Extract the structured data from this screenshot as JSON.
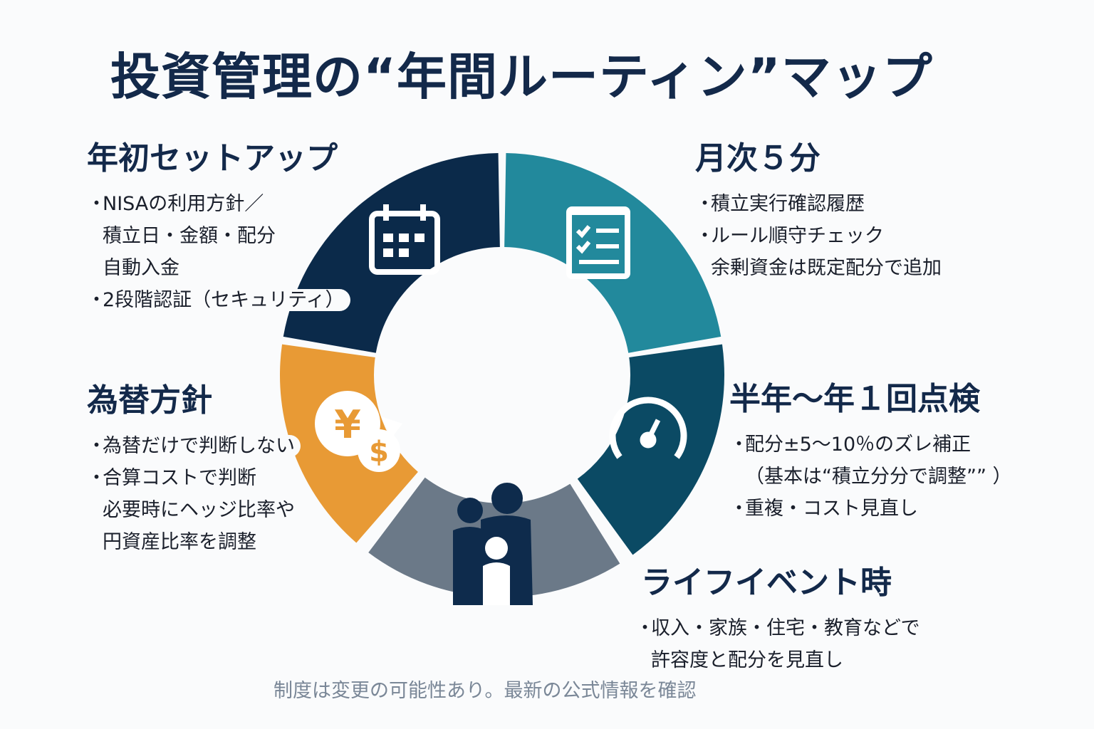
{
  "title": "投資管理の“年間ルーティン”マップ",
  "colors": {
    "navy": "#0b2a4a",
    "teal": "#22899c",
    "dark_teal": "#0b4a64",
    "gray": "#6b7988",
    "orange": "#e89a35",
    "person": "#0e2b4c"
  },
  "sections": {
    "year_start": {
      "heading": "年初セットアップ",
      "icon": "calendar-icon",
      "lines": [
        "NISAの利用方針／",
        "積立日・金額・配分",
        "自動入金",
        "2段階認証（セキュリティ）"
      ]
    },
    "monthly": {
      "heading": "月次５分",
      "icon": "checklist-icon",
      "lines": [
        "積立実行確認履歴",
        "ルール順守チェック",
        "余剰資金は既定配分で追加"
      ]
    },
    "semiannual": {
      "heading": "半年〜年１回点検",
      "icon": "gauge-icon",
      "lines": [
        "配分±5〜10％のズレ補正",
        "（基本は“積立分分で調整”” ）",
        "重複・コスト見直し"
      ]
    },
    "life_event": {
      "heading": "ライフイベント時",
      "icon": "family-icon",
      "lines": [
        "収入・家族・住宅・教育などで",
        "許容度と配分を見直し"
      ]
    },
    "fx": {
      "heading": "為替方針",
      "icon": "yen-dollar-exchange-icon",
      "lines": [
        "為替だけで判断しない",
        "合算コストで判断",
        "必要時にヘッジ比率や",
        "円資産比率を調整"
      ]
    }
  },
  "footnote": "制度は変更の可能性あり。最新の公式情報を確認"
}
